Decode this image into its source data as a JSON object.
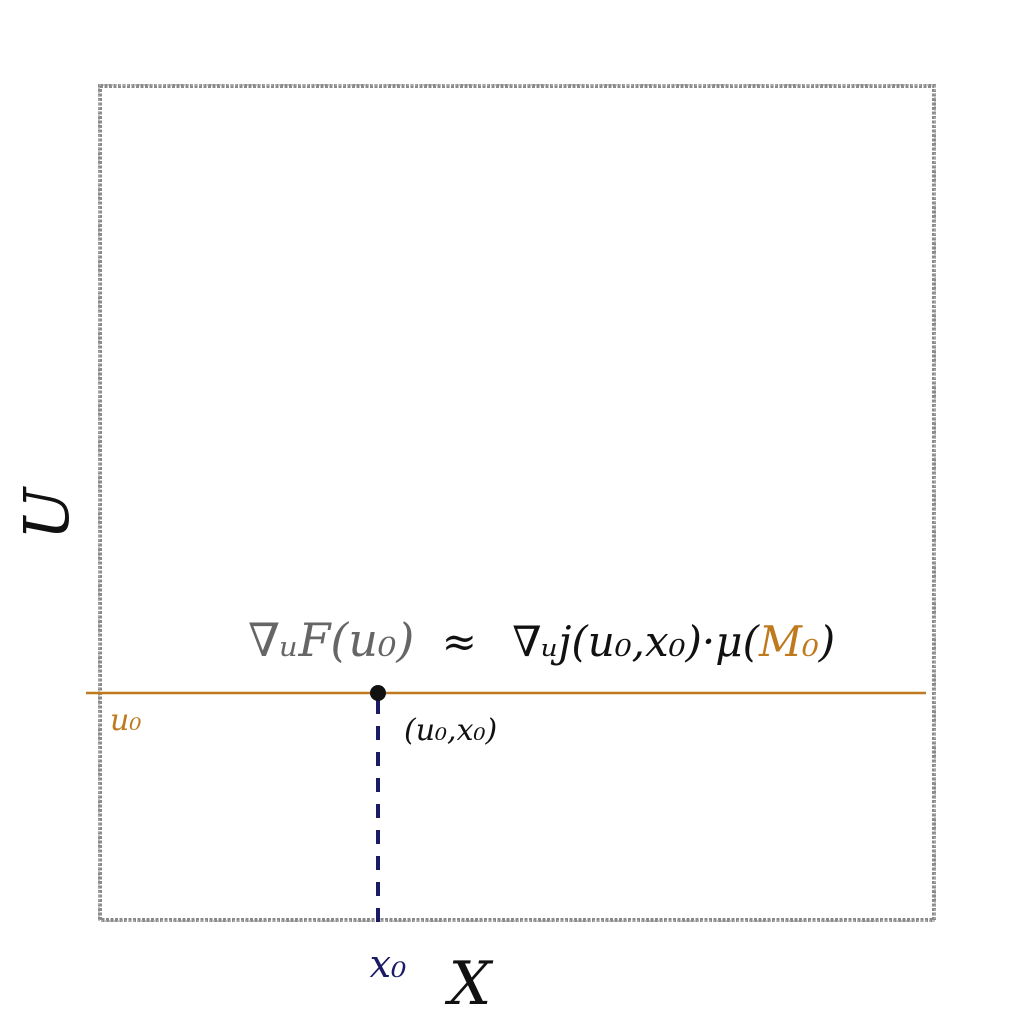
{
  "axes": {
    "x_label": "X",
    "y_label": "U"
  },
  "point": {
    "label": "(u₀,x₀)"
  },
  "line_u0": {
    "label": "u₀"
  },
  "line_x0": {
    "label": "x₀"
  },
  "equation": {
    "lhs": "∇ᵤF(u₀)",
    "approx": "≈",
    "rhs_prefix": "∇ᵤj(u₀,x₀)·μ(",
    "rhs_highlight": "M₀",
    "rhs_suffix": ")"
  },
  "colors": {
    "frame": "#8a8a8a",
    "u0_line": "#c07a1e",
    "x0_line": "#1a1a66",
    "lhs": "#666666",
    "text": "#111111",
    "highlight": "#c07a1e"
  }
}
